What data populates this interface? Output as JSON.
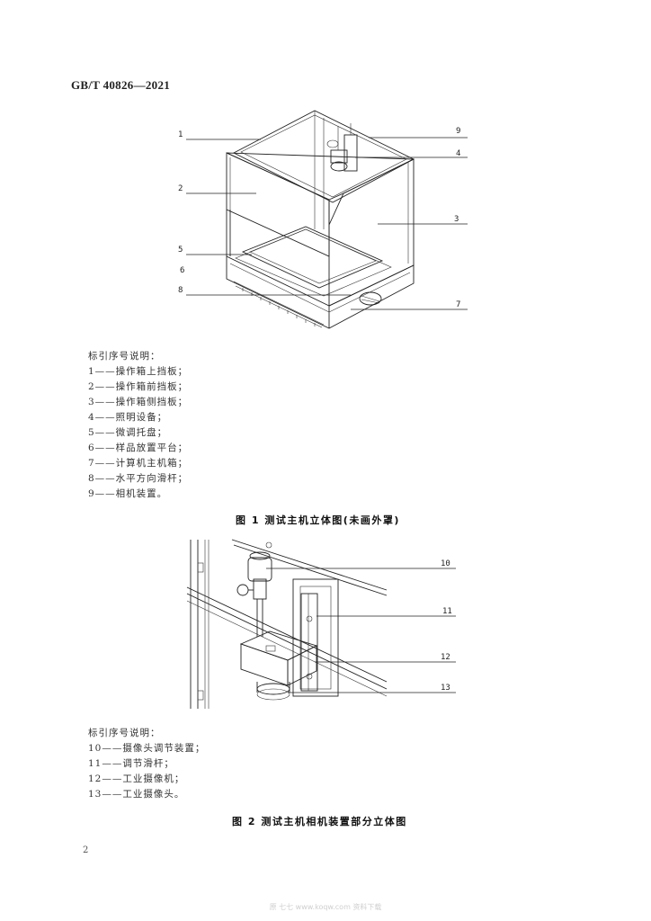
{
  "header": {
    "standard_no": "GB/T 40826—2021"
  },
  "figure1": {
    "callouts": [
      "1",
      "2",
      "3",
      "4",
      "5",
      "6",
      "7",
      "8",
      "9"
    ],
    "legend_title": "标引序号说明：",
    "legend_items": [
      "1——操作箱上挡板；",
      "2——操作箱前挡板；",
      "3——操作箱侧挡板；",
      "4——照明设备；",
      "5——微调托盘；",
      "6——样品放置平台；",
      "7——计算机主机箱；",
      "8——水平方向滑杆；",
      "9——相机装置。"
    ],
    "caption": "图 1   测试主机立体图(未画外罩)"
  },
  "figure2": {
    "callouts": [
      "10",
      "11",
      "12",
      "13"
    ],
    "legend_title": "标引序号说明：",
    "legend_items": [
      "10——摄像头调节装置；",
      "11——调节滑杆；",
      "12——工业摄像机；",
      "13——工业摄像头。"
    ],
    "caption": "图 2   测试主机相机装置部分立体图"
  },
  "footer": {
    "page_number": "2",
    "watermark": "原 七七   www.koqw.com   资料下载"
  }
}
